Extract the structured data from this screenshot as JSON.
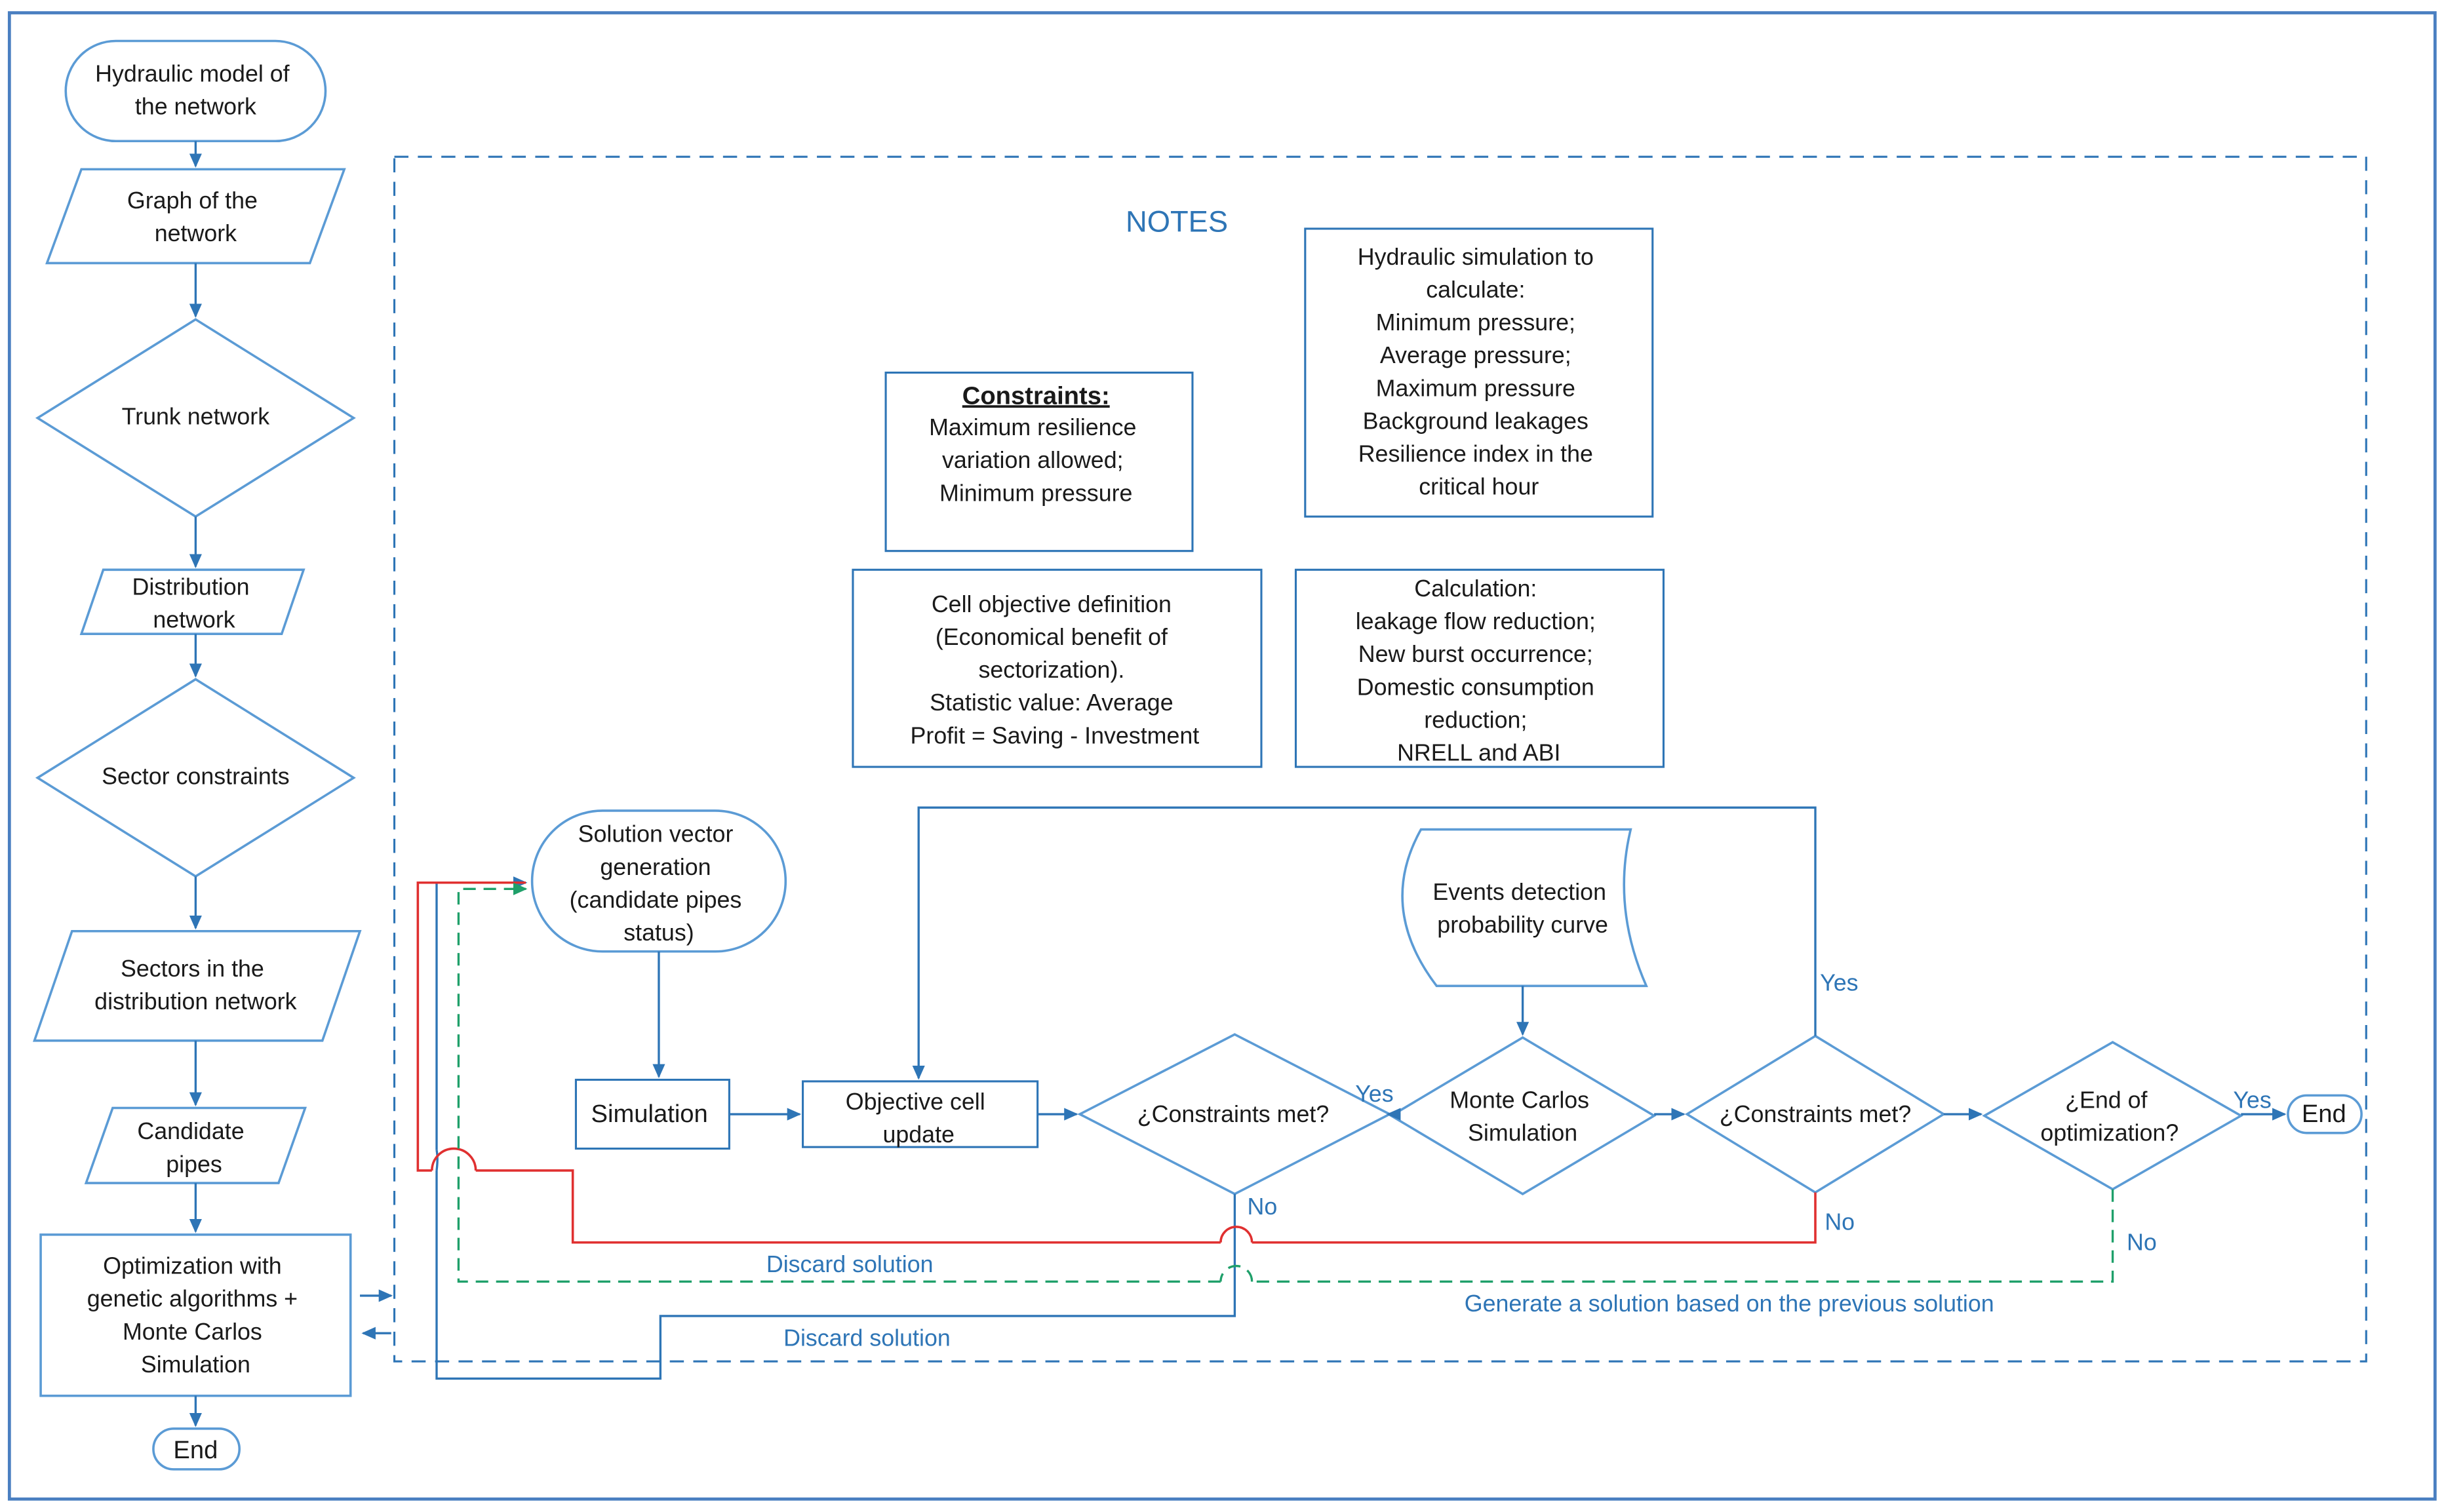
{
  "left_flow": {
    "start": [
      "Hydraulic model of",
      "the network"
    ],
    "graph": [
      "Graph of the",
      "network"
    ],
    "trunk": [
      "Trunk network"
    ],
    "distribution": [
      "Distribution",
      "network"
    ],
    "sector_constraints": [
      "Sector constraints"
    ],
    "sectors": [
      "Sectors in the",
      "distribution network"
    ],
    "candidate": [
      "Candidate",
      "pipes"
    ],
    "optimization": [
      "Optimization with",
      "genetic algorithms +",
      "Monte Carlos",
      "Simulation"
    ],
    "end": [
      "End"
    ]
  },
  "notes": {
    "title": "NOTES",
    "constraints_heading": "Constraints:",
    "constraints_body": [
      "Maximum  resilience",
      "variation allowed;",
      "Minimum pressure"
    ],
    "hydraulic": [
      "Hydraulic simulation to",
      "calculate:",
      "Minimum pressure;",
      "Average pressure;",
      "Maximum pressure",
      "Background leakages",
      "Resilience index in the",
      "critical hour"
    ],
    "cell_objective": [
      "Cell objective definition",
      "(Economical benefit of",
      "sectorization).",
      "Statistic value: Average",
      "Profit = Saving - Investment"
    ],
    "calculation": [
      "Calculation:",
      "leakage flow reduction;",
      "New burst occurrence;",
      "Domestic consumption",
      "reduction;",
      "NRELL and ABI"
    ]
  },
  "process": {
    "solution_vector": [
      "Solution vector",
      "generation",
      "(candidate pipes",
      "status)"
    ],
    "simulation": [
      "Simulation"
    ],
    "objective_update": [
      "Objective cell",
      "update"
    ],
    "constraints_1": [
      "¿Constraints met?"
    ],
    "monte_carlo": [
      "Monte Carlos",
      "Simulation"
    ],
    "events": [
      "Events detection",
      "probability curve"
    ],
    "constraints_2": [
      "¿Constraints met?"
    ],
    "end_opt": [
      "¿End of",
      "optimization?"
    ],
    "end": [
      "End"
    ]
  },
  "edge_labels": {
    "yes_1": "Yes",
    "yes_2": "Yes",
    "yes_3": "Yes",
    "no_1": "No",
    "no_2": "No",
    "no_3": "No",
    "discard_1": "Discard solution",
    "discard_2": "Discard solution",
    "generate": "Generate a solution based on the previous solution"
  },
  "colors": {
    "shape_stroke": "#5b9bd5",
    "arrow": "#2e75b6",
    "discard_red": "#e03030",
    "generate_green": "#1fa06a",
    "frame": "#4a7fc1",
    "label_blue": "#2e75b6"
  }
}
